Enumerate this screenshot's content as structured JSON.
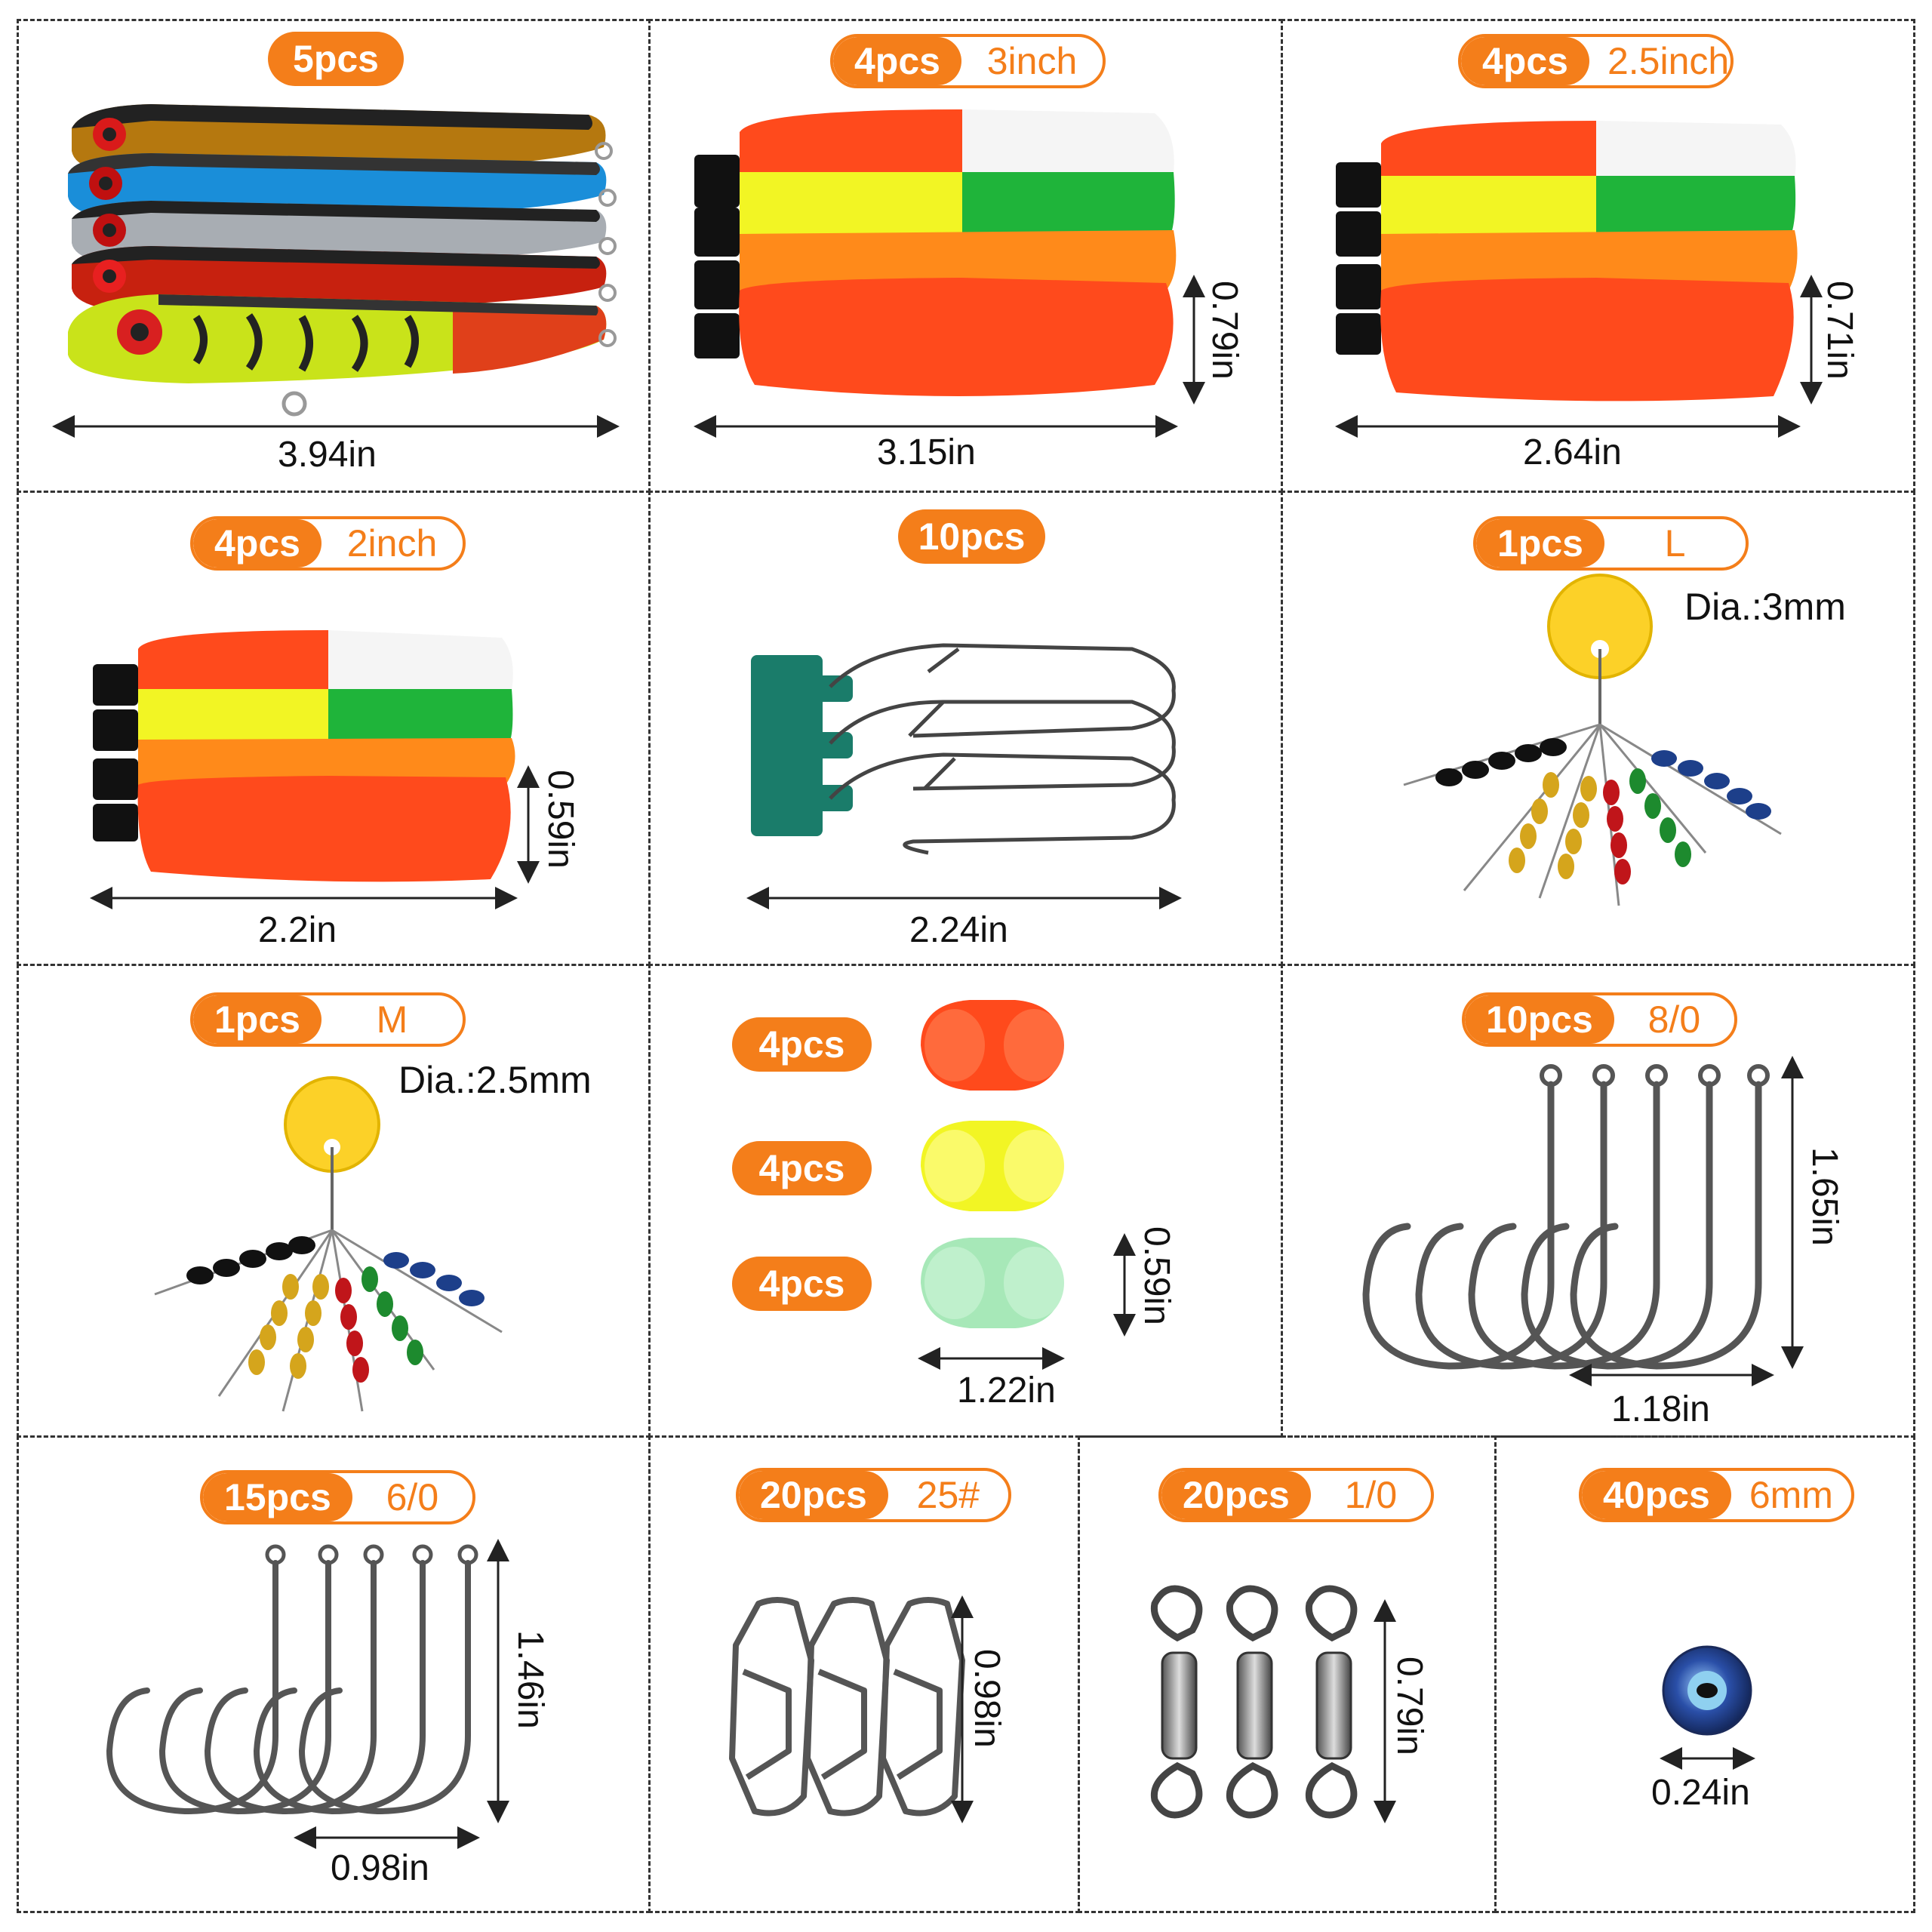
{
  "cells": {
    "lures": {
      "qty": "5pcs",
      "length": "3.94in"
    },
    "float3": {
      "qty": "4pcs",
      "size": "3inch",
      "length": "3.15in",
      "dia": "0.79in"
    },
    "float25": {
      "qty": "4pcs",
      "size": "2.5inch",
      "length": "2.64in",
      "dia": "0.71in"
    },
    "float2": {
      "qty": "4pcs",
      "size": "2inch",
      "length": "2.2in",
      "dia": "0.59in"
    },
    "snap": {
      "qty": "10pcs",
      "length": "2.24in"
    },
    "stopL": {
      "qty": "1pcs",
      "size": "L",
      "dia_label": "Dia.:3mm"
    },
    "stopM": {
      "qty": "1pcs",
      "size": "M",
      "dia_label": "Dia.:2.5mm"
    },
    "rattle": {
      "qty_red": "4pcs",
      "qty_yellow": "4pcs",
      "qty_green": "4pcs",
      "width": "1.22in",
      "height": "0.59in"
    },
    "hook8": {
      "qty": "10pcs",
      "size": "8/0",
      "height": "1.65in",
      "width": "1.18in"
    },
    "hook6": {
      "qty": "15pcs",
      "size": "6/0",
      "height": "1.46in",
      "width": "0.98in"
    },
    "clip": {
      "qty": "20pcs",
      "size": "25#",
      "height": "0.98in"
    },
    "swivel": {
      "qty": "20pcs",
      "size": "1/0",
      "height": "0.79in"
    },
    "eye": {
      "qty": "40pcs",
      "size": "6mm",
      "width": "0.24in"
    }
  },
  "colors": {
    "accent": "#f47e1a",
    "float_red": "#ff4a1c",
    "float_white": "#f5f5f5",
    "float_yellow": "#f2f524",
    "float_green": "#1fb43a",
    "float_orange": "#ff8a1a"
  }
}
